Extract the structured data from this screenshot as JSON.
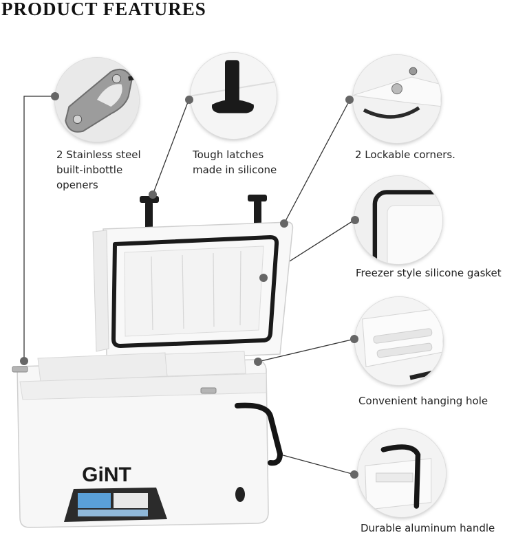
{
  "page": {
    "title": "PRODUCT FEATURES"
  },
  "features": {
    "bottle_openers": "2 Stainless steel\nbuilt-inbottle\nopeners",
    "latches": "Tough latches\nmade in silicone",
    "corners": "2 Lockable corners.",
    "gasket": "Freezer style silicone gasket",
    "hanging_hole": "Convenient hanging hole",
    "handle": "Durable aluminum handle"
  },
  "cooler": {
    "brand": "GiNT"
  },
  "colors": {
    "leader_line": "#333333",
    "dot": "#666666",
    "gasket": "#1a1a1a",
    "cooler_body": "#f7f7f7"
  }
}
